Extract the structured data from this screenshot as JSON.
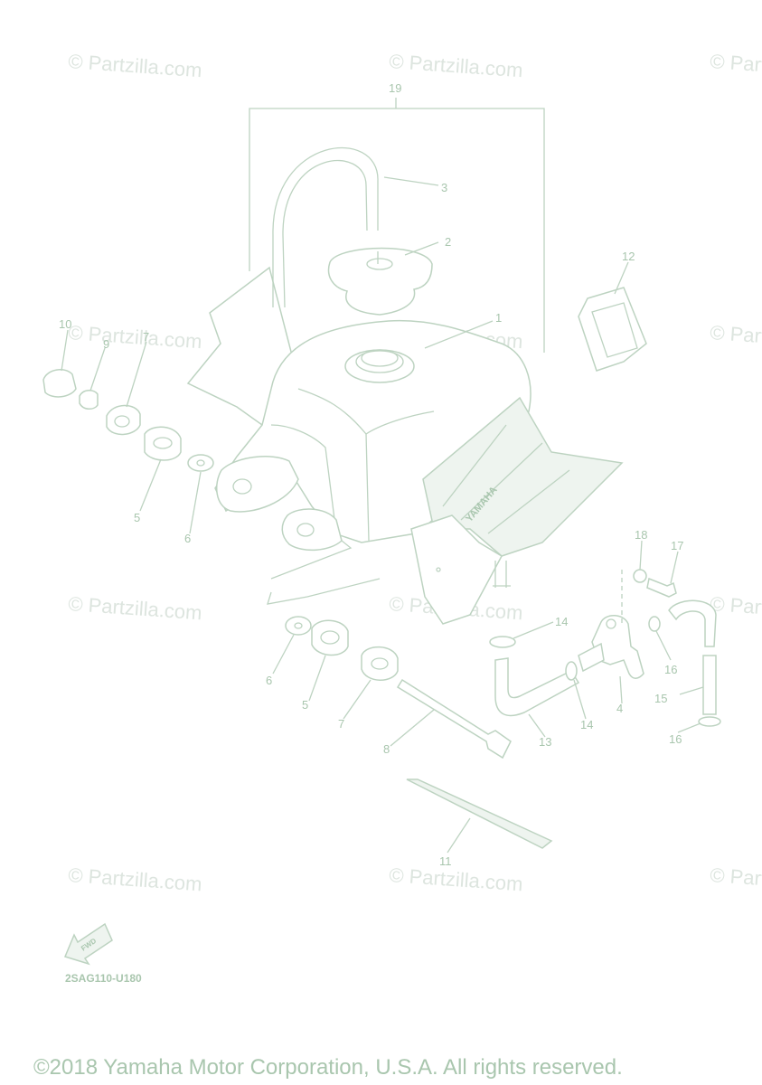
{
  "watermark": "© Partzilla.com",
  "callouts": {
    "c1": "1",
    "c2": "2",
    "c3": "3",
    "c4": "4",
    "c5a": "5",
    "c5b": "5",
    "c6a": "6",
    "c6b": "6",
    "c7a": "7",
    "c7b": "7",
    "c8": "8",
    "c9": "9",
    "c10": "10",
    "c11": "11",
    "c12": "12",
    "c13": "13",
    "c14a": "14",
    "c14b": "14",
    "c15": "15",
    "c16a": "16",
    "c16b": "16",
    "c17": "17",
    "c18": "18",
    "c19": "19"
  },
  "brand_text": "YAMAHA",
  "fwd_label": "FWD",
  "part_code": "2SAG110-U180",
  "copyright": "©2018 Yamaha Motor Corporation, U.S.A. All rights reserved.",
  "colors": {
    "line": "#bdd3c1",
    "text": "#a9c6ae",
    "watermark": "#dde5df"
  }
}
